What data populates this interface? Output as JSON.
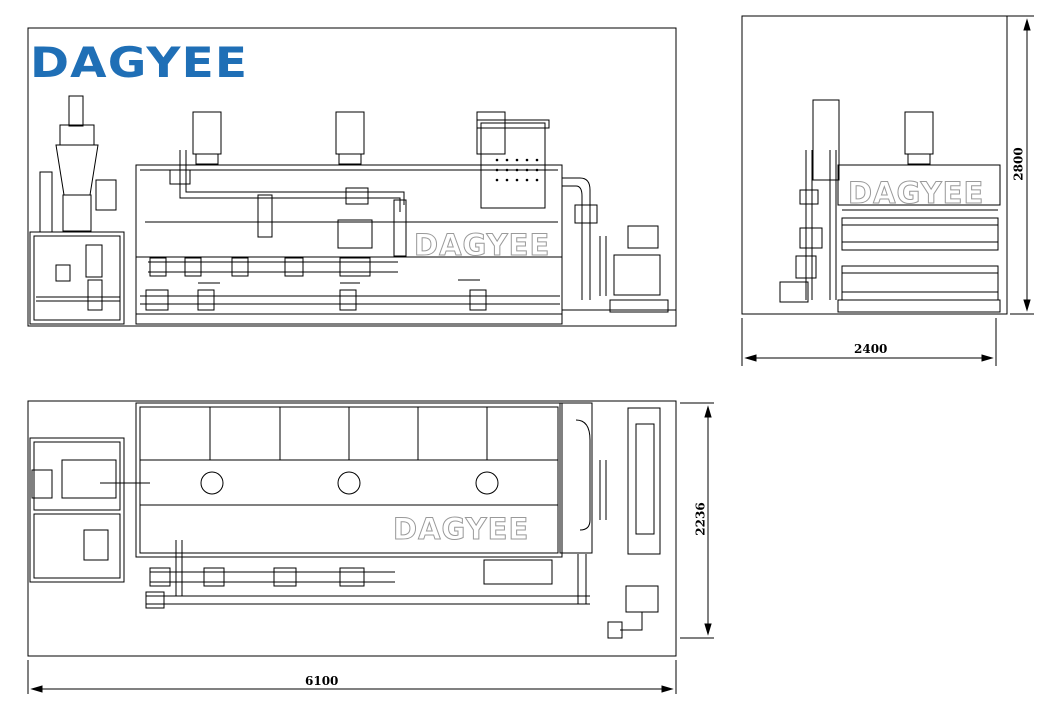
{
  "brand": {
    "logo_text": "DAGYEE",
    "color": "#1f6fb6"
  },
  "watermarks": {
    "front": "DAGYEE",
    "side": "DAGYEE",
    "top": "DAGYEE"
  },
  "dimensions": {
    "overall_length": "6100",
    "side_width": "2400",
    "side_height": "2800",
    "top_depth": "2236"
  },
  "colors": {
    "line": "#000000",
    "watermark_outline": "#9a9a9a"
  }
}
